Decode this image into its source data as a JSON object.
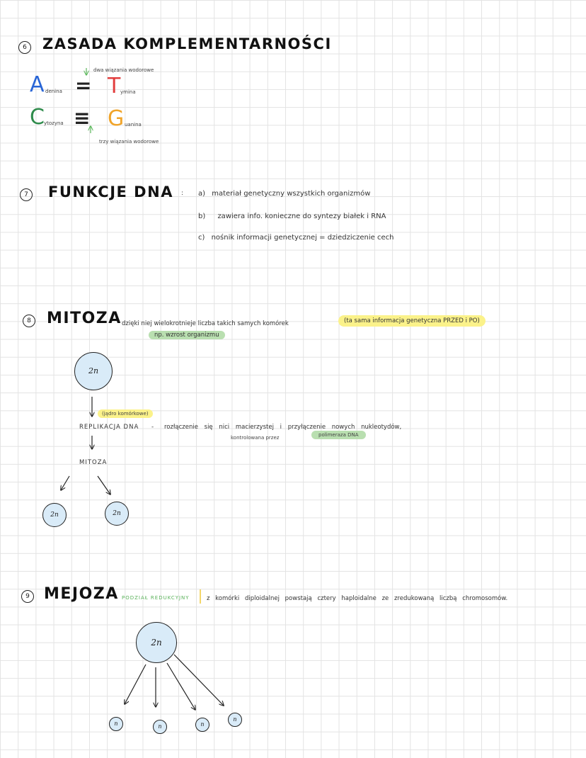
{
  "section6": {
    "number": "6",
    "title": "ZASADA KOMPLEMENTARNOŚCI",
    "pair1": {
      "left": "A",
      "left_label": "denina",
      "right": "T",
      "right_label": "ymina",
      "bond": "dwa wiązania wodorowe"
    },
    "pair2": {
      "left": "C",
      "left_label": "ytozyna",
      "right": "G",
      "right_label": "uanina",
      "bond": "trzy wiązania wodorowe"
    },
    "colors": {
      "A": "#2a66d6",
      "T": "#e23d3d",
      "C": "#2e8b4b",
      "G": "#f0a42a",
      "arrow": "#5cb85c"
    }
  },
  "section7": {
    "number": "7",
    "title": "FUNKCJE DNA",
    "colon": ":",
    "items": [
      {
        "marker": "a)",
        "text": "materiał genetyczny wszystkich organizmów"
      },
      {
        "marker": "b)",
        "text": "zawiera info. konieczne do syntezy białek i RNA"
      },
      {
        "marker": "c)",
        "text": "nośnik informacji genetycznej = dziedziczenie cech"
      }
    ]
  },
  "section8": {
    "number": "8",
    "title": "MITOZA",
    "desc": "dzięki niej wielokrotnieje liczba takich samych komórek",
    "highlight_yellow": "(ta sama informacja genetyczna PRZED i PO)",
    "highlight_green": "np. wzrost organizmu",
    "parent_cell": "2n",
    "nucleus_note": "(jądro komórkowe)",
    "replication": "REPLIKACJA DNA",
    "dash": "-",
    "replication_desc": "rozłączenie się nici macierzystej i przyłączenie nowych nukleotydów,",
    "controlled_by": "kontrolowana przez",
    "polymerase": "polimeraza DNA",
    "mitoza_label": "MITOZA",
    "daughter_cells": [
      "2n",
      "2n"
    ]
  },
  "section9": {
    "number": "9",
    "title": "MEJOZA",
    "tag": "PODZIAŁ REDUKCYJNY",
    "desc": "z komórki diploidalnej powstają cztery haploidalne ze zredukowaną liczbą chromosomów.",
    "parent_cell": "2n",
    "daughter_cells": [
      "n",
      "n",
      "n",
      "n"
    ]
  }
}
